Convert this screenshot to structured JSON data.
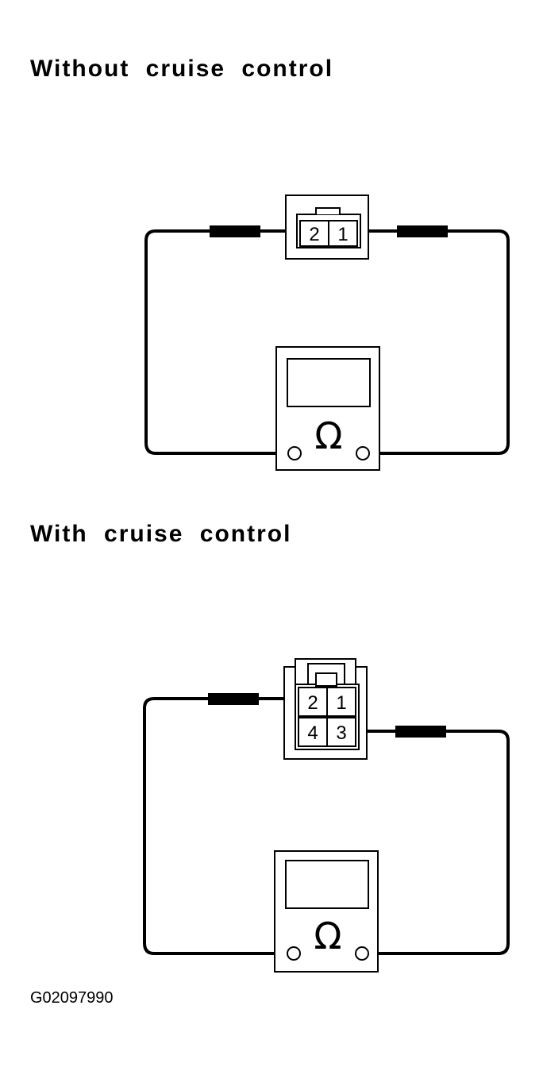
{
  "sections": [
    {
      "heading": "Without cruise control",
      "connector_pins": [
        "2",
        "1"
      ],
      "meter_symbol": "Ω",
      "meter_symbol_icon": "ohm-icon"
    },
    {
      "heading": "With cruise control",
      "connector_pins": [
        "2",
        "1",
        "4",
        "3"
      ],
      "meter_symbol": "Ω",
      "meter_symbol_icon": "ohm-icon"
    }
  ],
  "figure_code": "G02097990"
}
